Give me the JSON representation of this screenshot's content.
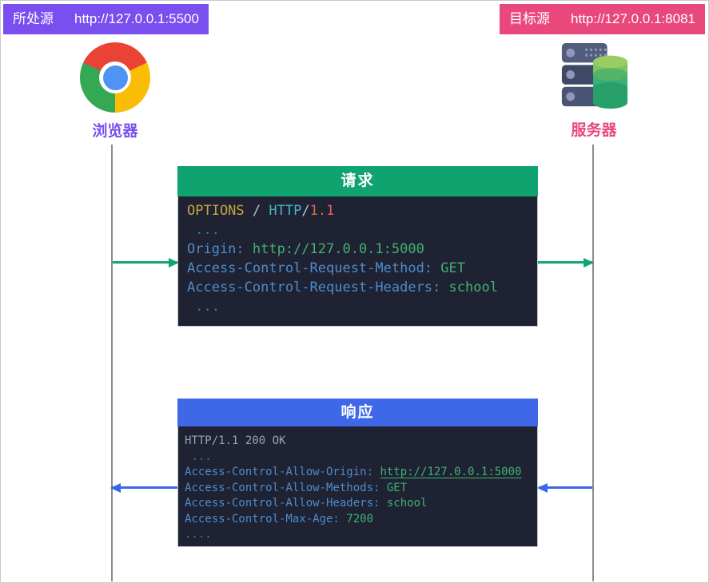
{
  "badges": {
    "origin": {
      "label": "所处源",
      "url": "http://127.0.0.1:5500",
      "bg": "#7a4ff0"
    },
    "target": {
      "label": "目标源",
      "url": "http://127.0.0.1:8081",
      "bg": "#e8487c"
    }
  },
  "actors": {
    "browser": {
      "label": "浏览器",
      "label_color": "#7a4ff0"
    },
    "server": {
      "label": "服务器",
      "label_color": "#e8487c"
    }
  },
  "request": {
    "title": "请求",
    "header_color": "#0fa36f",
    "arrow_color": "#0fa572",
    "direction": "browser-to-server",
    "lines": [
      [
        {
          "t": "OPTIONS",
          "c": "method"
        },
        {
          "t": " / ",
          "c": "sep"
        },
        {
          "t": "HTTP",
          "c": "proto"
        },
        {
          "t": "/",
          "c": "sep"
        },
        {
          "t": "1.1",
          "c": "ver"
        }
      ],
      [
        {
          "t": " ...",
          "c": "dim"
        }
      ],
      [
        {
          "t": "Origin:",
          "c": "key"
        },
        {
          "t": " http://127.0.0.1:5000",
          "c": "val"
        }
      ],
      [
        {
          "t": "Access-Control-Request-Method:",
          "c": "key"
        },
        {
          "t": " GET",
          "c": "val"
        }
      ],
      [
        {
          "t": "Access-Control-Request-Headers:",
          "c": "key"
        },
        {
          "t": " school",
          "c": "val"
        }
      ],
      [
        {
          "t": " ...",
          "c": "dim"
        }
      ]
    ]
  },
  "response": {
    "title": "响应",
    "header_color": "#3e68e8",
    "arrow_color": "#3b66ea",
    "direction": "server-to-browser",
    "lines": [
      [
        {
          "t": "HTTP/1.1 200 OK",
          "c": "plain"
        }
      ],
      [
        {
          "t": " ...",
          "c": "dim"
        }
      ],
      [
        {
          "t": "Access-Control-Allow-Origin:",
          "c": "key"
        },
        {
          "t": " ",
          "c": "val"
        },
        {
          "t": "http://127.0.0.1:5000",
          "c": "link"
        }
      ],
      [
        {
          "t": "Access-Control-Allow-Methods:",
          "c": "key"
        },
        {
          "t": " GET",
          "c": "val"
        }
      ],
      [
        {
          "t": "Access-Control-Allow-Headers:",
          "c": "key"
        },
        {
          "t": " school",
          "c": "val"
        }
      ],
      [
        {
          "t": "Access-Control-Max-Age:",
          "c": "key"
        },
        {
          "t": " 7200",
          "c": "val"
        }
      ],
      [
        {
          "t": "....",
          "c": "dim"
        }
      ]
    ]
  },
  "code_colors": {
    "background": "#1e2233",
    "key": "#4f8cca",
    "value": "#40b36e",
    "method": "#c9a43f",
    "protocol": "#46b9c4",
    "version": "#dd6a50",
    "ellipsis": "#2f8976",
    "plain": "#9aa3af"
  }
}
